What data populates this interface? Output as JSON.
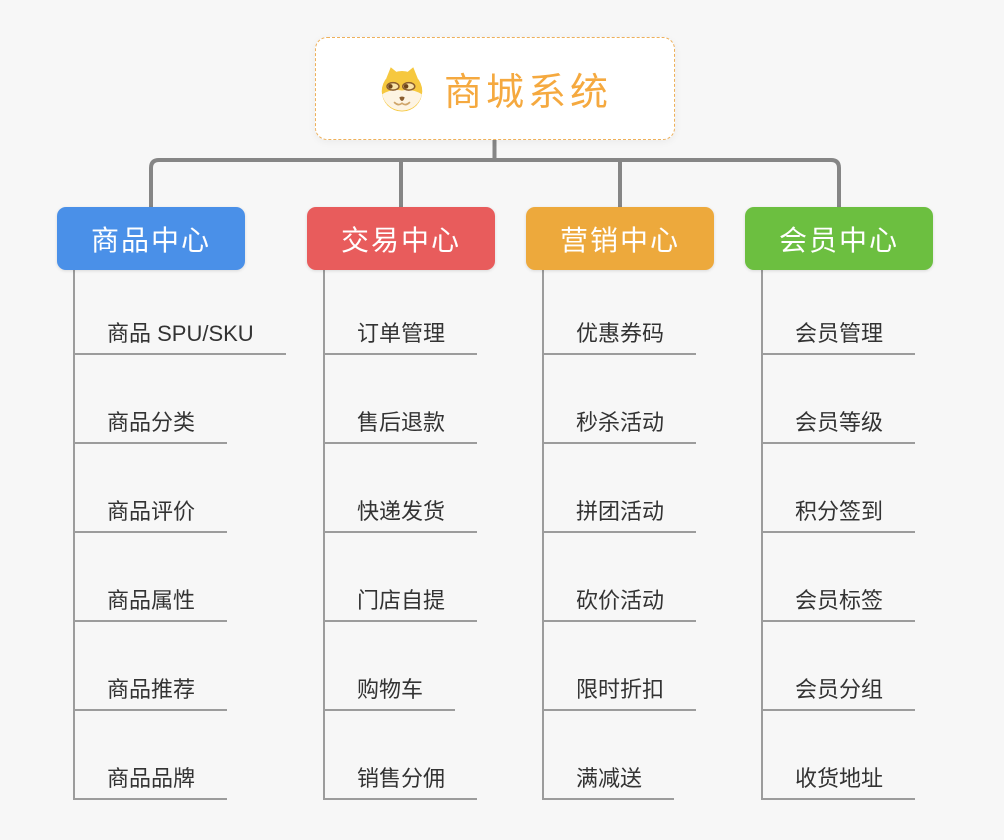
{
  "canvas": {
    "background_color": "#f7f7f7",
    "connector_color": "#868686",
    "branch_line_color": "#9c9c9c"
  },
  "root": {
    "title": "商城系统",
    "icon": "doge-icon",
    "text_color": "#f5a93f",
    "border_color": "#eeb05a"
  },
  "branches": [
    {
      "label": "商品中心",
      "color": "#4a90e8",
      "children": [
        "商品 SPU/SKU",
        "商品分类",
        "商品评价",
        "商品属性",
        "商品推荐",
        "商品品牌"
      ]
    },
    {
      "label": "交易中心",
      "color": "#e85c5c",
      "children": [
        "订单管理",
        "售后退款",
        "快递发货",
        "门店自提",
        "购物车",
        "销售分佣"
      ]
    },
    {
      "label": "营销中心",
      "color": "#eda93c",
      "children": [
        "优惠券码",
        "秒杀活动",
        "拼团活动",
        "砍价活动",
        "限时折扣",
        "满减送"
      ]
    },
    {
      "label": "会员中心",
      "color": "#6cbf40",
      "children": [
        "会员管理",
        "会员等级",
        "积分签到",
        "会员标签",
        "会员分组",
        "收货地址"
      ]
    }
  ]
}
